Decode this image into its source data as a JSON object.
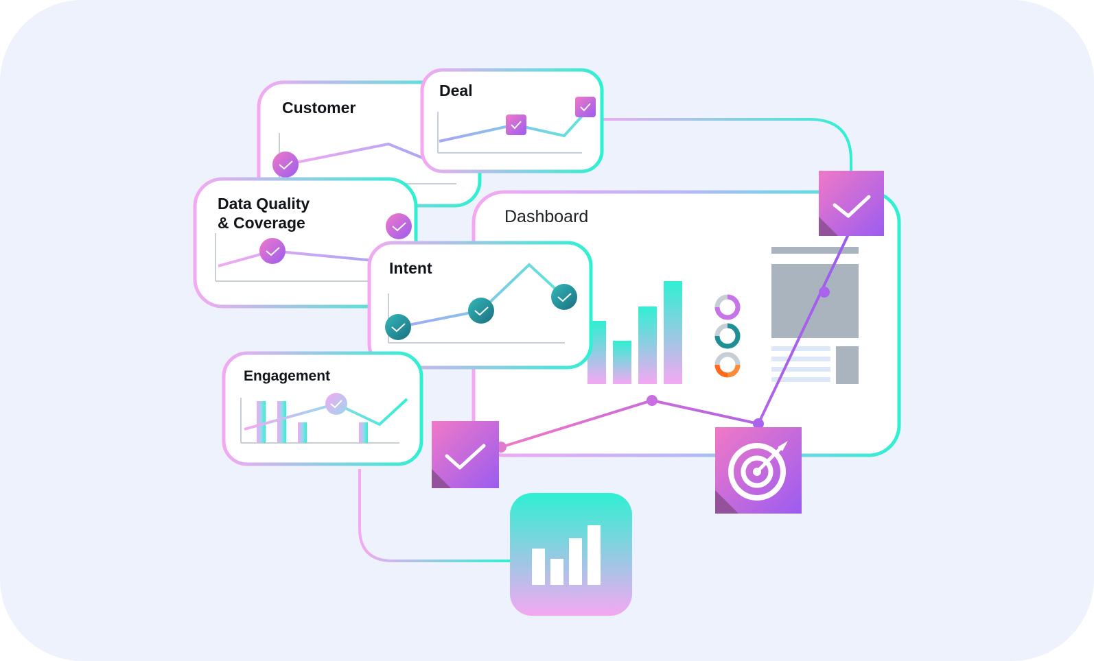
{
  "cards": {
    "customer": {
      "title": "Customer"
    },
    "deal": {
      "title": "Deal"
    },
    "data_quality": {
      "title_line1": "Data Quality",
      "title_line2": "& Coverage"
    },
    "intent": {
      "title": "Intent"
    },
    "engagement": {
      "title": "Engagement"
    }
  },
  "dashboard": {
    "title": "Dashboard"
  },
  "colors": {
    "background": "#eef2fc",
    "card_fill": "#ffffff",
    "teal": "#2ff0d2",
    "pink": "#f4a8f2",
    "purple": "#9b5cf0",
    "magenta": "#f07ac8",
    "teal_dark": "#1f8f96",
    "orange": "#ff6a1a",
    "gray_block": "#aab4bf",
    "light_blue": "#dce8f7"
  },
  "icons": {
    "check_badge": "check-icon",
    "target": "target-icon",
    "bar_chart": "bar-chart-icon",
    "donut": "donut-icon"
  }
}
